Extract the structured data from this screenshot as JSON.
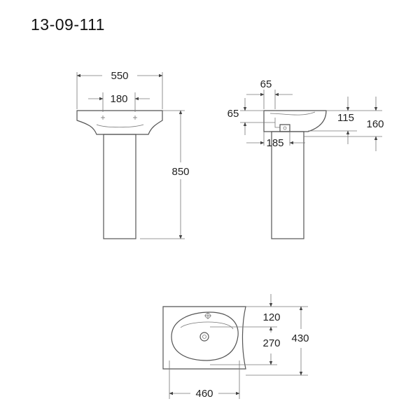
{
  "title": "13-09-111",
  "front_view": {
    "width_label": "550",
    "hole_spacing_label": "180",
    "height_label": "850"
  },
  "side_view": {
    "top_offset_label": "65",
    "left_offset_label": "65",
    "depth_label": "185",
    "bowl_height_label": "115",
    "rim_height_label": "160"
  },
  "top_view": {
    "hole_offset_label": "120",
    "bowl_depth_label": "270",
    "total_depth_label": "430",
    "width_label": "460"
  }
}
